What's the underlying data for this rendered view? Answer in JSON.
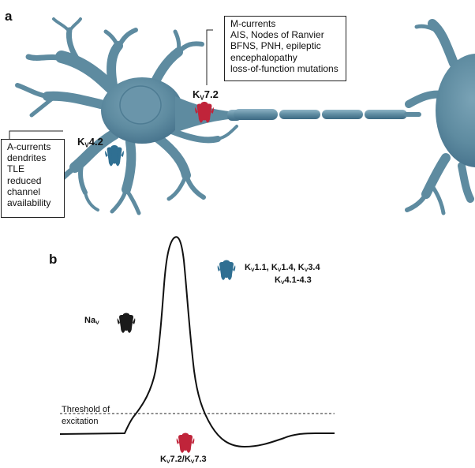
{
  "panel_a": {
    "letter": "a",
    "kv72_label": {
      "main": "K",
      "sub": "V",
      "rest": "7.2"
    },
    "kv42_label": {
      "main": "K",
      "sub": "V",
      "rest": "4.2"
    },
    "m_current_box": [
      "M-currents",
      "AIS, Nodes of Ranvier",
      "BFNS, PNH, epileptic",
      "encephalopathy",
      "loss-of-function mutations"
    ],
    "a_current_box": [
      "A-currents",
      "dendrites",
      "TLE",
      "reduced",
      "channel",
      "availability"
    ]
  },
  "panel_b": {
    "letter": "b",
    "kv_multi_line1": "K<sub>V</sub>1.1, K<sub>V</sub>1.4, K<sub>V</sub>3.4",
    "kv_multi_line2": "K<sub>V</sub>4.1-4.3",
    "nav_label": "Na<sub>V</sub>",
    "kv72_73_label": "K<sub>V</sub>7.2/K<sub>V</sub>7.3",
    "threshold_line1": "Threshold of",
    "threshold_line2": "excitation"
  },
  "colors": {
    "neuron_body": "#5e8ba0",
    "neuron_dark": "#44708a",
    "neuron_light": "#8fb4c6",
    "kv72_channel": "#c0243a",
    "kv_blue_channel": "#2f6f92",
    "nav_channel": "#1a1a1a",
    "trace": "#111111"
  },
  "icons": [
    "neuron-illustration",
    "kv72-channel-icon",
    "kv42-channel-icon",
    "kv-blue-channel-icon",
    "nav-channel-icon",
    "kv72-73-channel-icon"
  ]
}
